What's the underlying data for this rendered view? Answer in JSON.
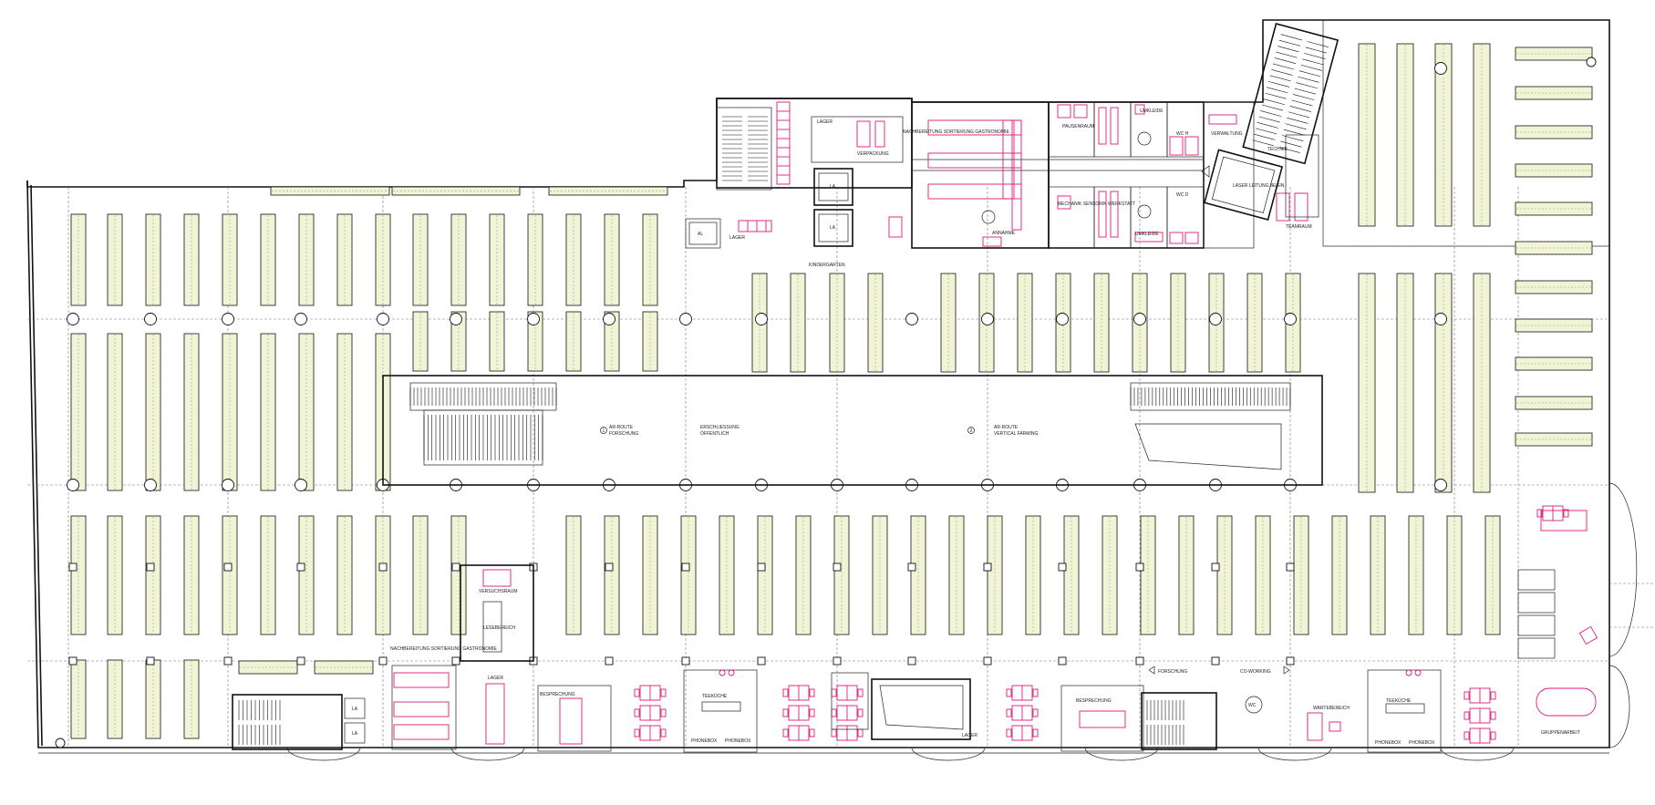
{
  "labels": {
    "verpackung": "VERPACKUNG",
    "lager_top": "LAGER",
    "nachbereitung_top": "NACHBEREITUNG SORTIERUNG GASTRONOMIE",
    "annahme": "ANNAHME",
    "pausenraum": "PAUSENRAUM",
    "umkleide_top": "UMKLEIDE",
    "wc_top": "WC H",
    "wc_d": "WC D",
    "verwaltung": "VERWALTUNG",
    "technik": "TECHNIK",
    "laser_leitung": "LASER LEITUNG BEGIN",
    "mechanik": "MECHANIK SENSORIK WERKSTATT",
    "umkleide_bottom": "UMKLEIDE",
    "teamraum": "TEAMRAUM",
    "kindergarten": "KINDERGARTEN",
    "lager_small": "LAGER",
    "la1": "LA",
    "la2": "LA",
    "la_small": "AL",
    "route_left_num": "1",
    "route_left_a": "AR-ROUTE",
    "route_left_b": "FORSCHUNG",
    "route_mid_a": "ERSCHLIESSUNG",
    "route_mid_b": "ÖFFENTLICH",
    "route_right_num": "2",
    "route_right_a": "AR-ROUTE",
    "route_right_b": "VERTICAL FARMING",
    "versuchsraum": "VERSUCHSRAUM",
    "nachbereitung_bottom": "NACHBEREITUNG SORTIERUNG GASTRONOMIE",
    "lager_bottom": "LAGER",
    "besprechung_left": "BESPRECHUNG",
    "teekueche_left": "TEEKÜCHE",
    "phonebox_left": "PHONEBOX",
    "phonebox_left2": "PHONEBOX",
    "lager_mid": "LAGER",
    "besprechung_right": "BESPRECHUNG",
    "forschung": "FORSCHUNG",
    "coworking": "CO-WORKING",
    "wc_bottom": "WC",
    "wartebereich": "WARTEBEREICH",
    "teekueche_right": "TEEKÜCHE",
    "phonebox_right": "PHONEBOX",
    "phonebox_right2": "PHONEBOX",
    "gruppenarbeit": "GRUPPENARBEIT",
    "lesebereich": "LESEBEREICH",
    "la_bottom1": "LA",
    "la_bottom2": "LA"
  },
  "colors": {
    "shelf_fill": "#f2f4d6",
    "furniture": "#e0197d",
    "walls": "#111111"
  }
}
